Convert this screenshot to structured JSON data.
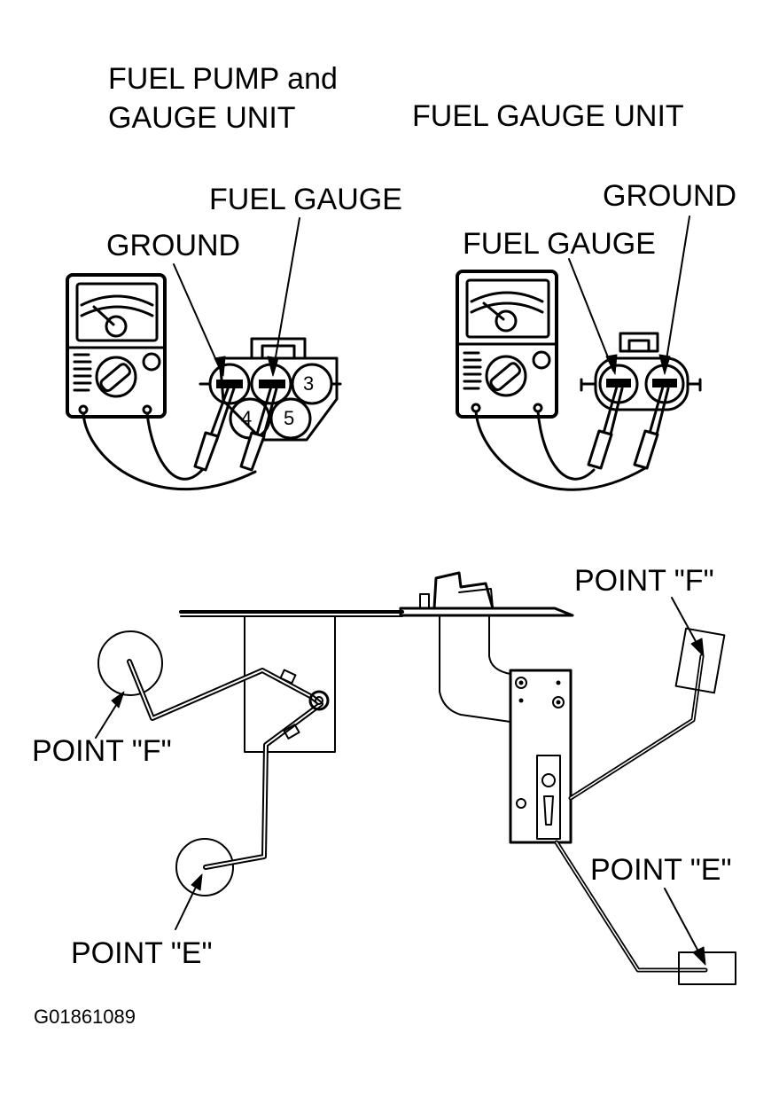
{
  "titles": {
    "left_line1": "FUEL PUMP and",
    "left_line2": "GAUGE UNIT",
    "right": "FUEL GAUGE UNIT"
  },
  "left_meter": {
    "fuel_gauge": "FUEL GAUGE",
    "ground": "GROUND",
    "terminals": [
      "3",
      "4",
      "5"
    ]
  },
  "right_meter": {
    "fuel_gauge": "FUEL GAUGE",
    "ground": "GROUND"
  },
  "left_float": {
    "point_f": "POINT \"F\"",
    "point_e": "POINT \"E\""
  },
  "right_float": {
    "point_f": "POINT \"F\"",
    "point_e": "POINT \"E\""
  },
  "figure_id": "G01861089"
}
